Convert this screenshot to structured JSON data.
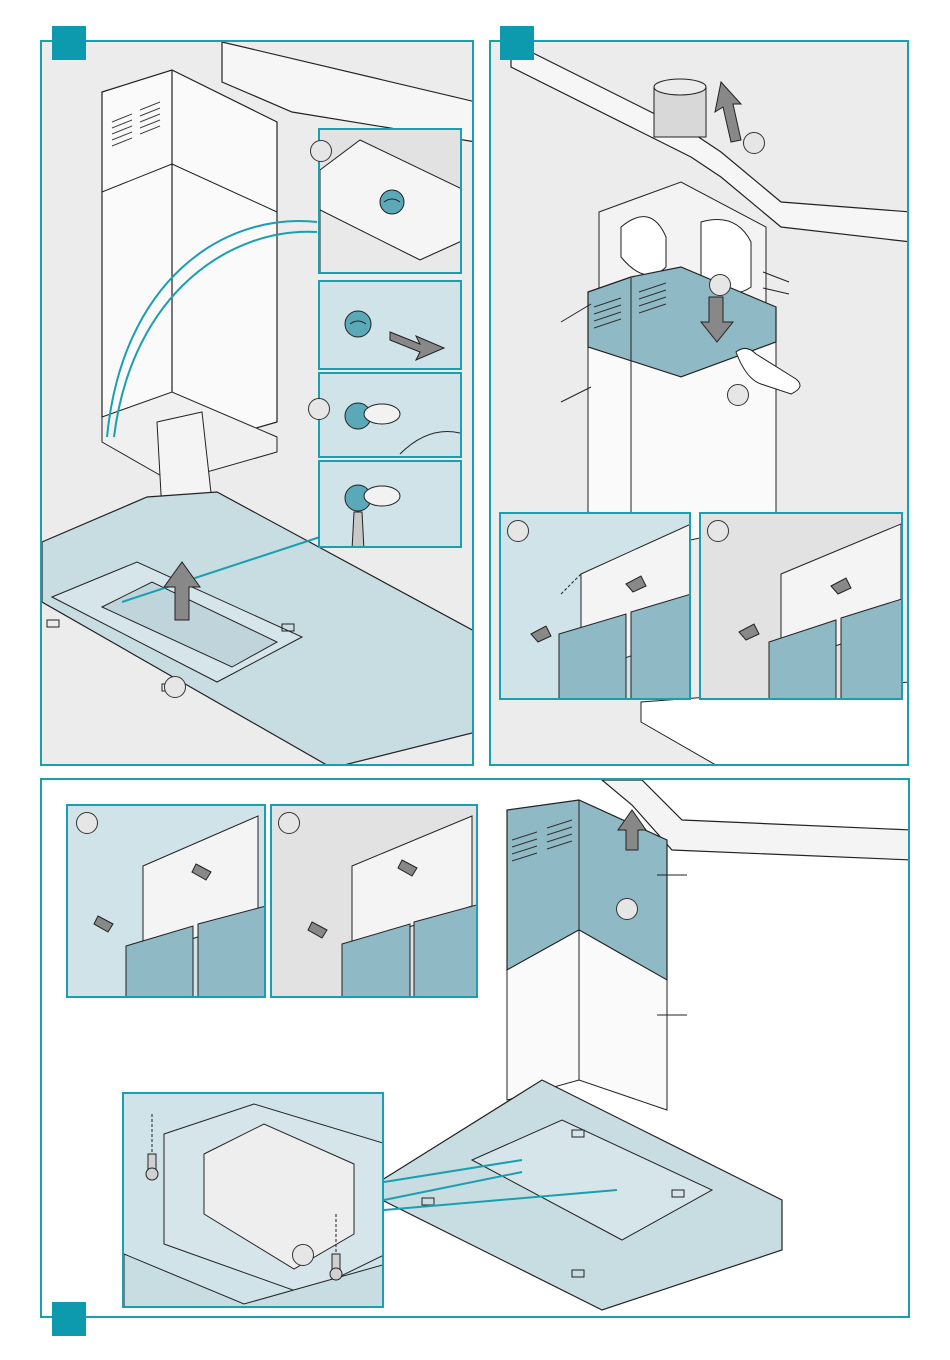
{
  "colors": {
    "frame": "#1a9fb0",
    "step_tab": "#0e9aae",
    "panel_blue": "#8fb9c4",
    "panel_light": "#c8dde2",
    "background": "#ececec",
    "line": "#222222"
  },
  "icons": [
    "arrow-up-icon",
    "arrow-down-icon",
    "arrow-right-icon",
    "arrow-left-icon",
    "screw-icon",
    "screwdriver-icon",
    "hand-icon"
  ],
  "steps": [
    {
      "name": "step-1",
      "insets": 4,
      "callouts": 3
    },
    {
      "name": "step-2",
      "insets": 2,
      "callouts": 5
    },
    {
      "name": "step-3",
      "insets": 3,
      "callouts": 4
    }
  ]
}
